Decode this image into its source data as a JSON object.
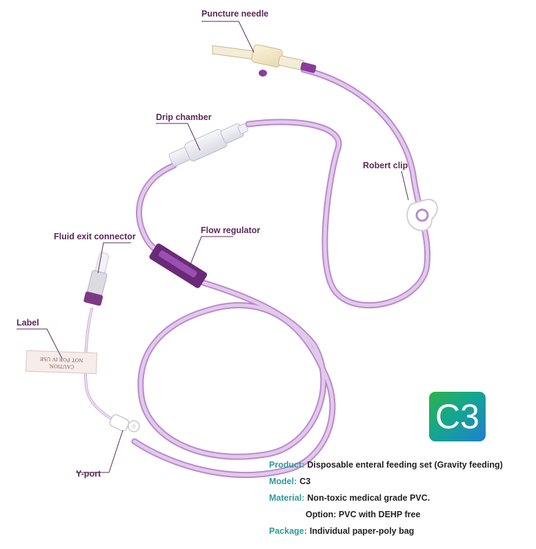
{
  "callouts": {
    "puncture_needle": "Puncture needle",
    "drip_chamber": "Drip chamber",
    "robert_clip": "Robert clip",
    "flow_regulator": "Flow regulator",
    "fluid_exit_connector": "Fluid exit connector",
    "label": "Label",
    "y_port": "Y-port"
  },
  "tube_label": {
    "line1": "CAUTION,",
    "line2": "NOT FOR IV USE"
  },
  "badge": {
    "text": "C3"
  },
  "specs": {
    "product": {
      "key": "Product:",
      "value": "Disposable enteral feeding set (Gravity feeding)"
    },
    "model": {
      "key": "Model:",
      "value": "C3"
    },
    "material": {
      "key": "Material:",
      "value": "Non-toxic medical grade PVC."
    },
    "option": {
      "value": "Option: PVC with DEHP free"
    },
    "package": {
      "key": "Package:",
      "value": "Individual paper-poly bag"
    }
  },
  "colors": {
    "tube": "#d6b3e3",
    "tube_edge": "#b98acb",
    "accent_purple": "#6b2a78",
    "callout_text": "#5a2a58",
    "spec_key": "#2f9a9a"
  },
  "icons": [
    "puncture-needle-drawing",
    "drip-chamber-drawing",
    "robert-clip-drawing",
    "flow-regulator-drawing",
    "fluid-exit-connector-drawing",
    "y-port-drawing"
  ]
}
